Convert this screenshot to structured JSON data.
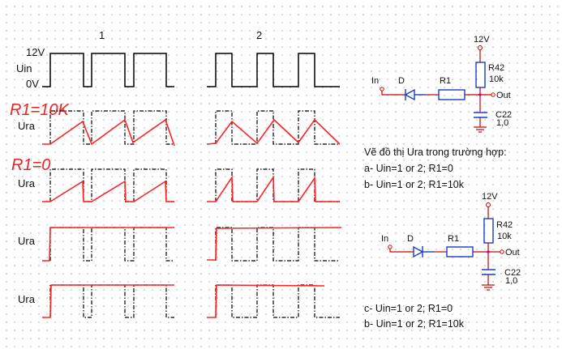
{
  "headers": {
    "case1": "1",
    "case2": "2"
  },
  "input": {
    "high_label": "12V",
    "signal_label": "Uin",
    "low_label": "0V"
  },
  "annotations": {
    "r10k": "R1=10K",
    "r0": "R1=0"
  },
  "output_label": "Ura",
  "circuit1": {
    "supply": "12V",
    "in": "In",
    "diode": "D",
    "r1": "R1",
    "r42": "R42",
    "r42_value": "10k",
    "out": "Out",
    "cap": "C22",
    "cap_value": "1,0"
  },
  "question": {
    "title": "Vẽ đồ thị Ura trong trường hợp:",
    "a": "a- Uin=1 or 2;  R1=0",
    "b": "b- Uin=1 or 2;  R1=10k"
  },
  "circuit2": {
    "supply": "12V",
    "in": "In",
    "diode": "D",
    "r1": "R1",
    "r42": "R42",
    "r42_value": "10k",
    "out": "Out",
    "cap": "C22",
    "cap_value": "1,0"
  },
  "question2": {
    "c": "c- Uin=1 or 2;  R1=0",
    "b": "b- Uin=1 or 2;  R1=10k"
  }
}
